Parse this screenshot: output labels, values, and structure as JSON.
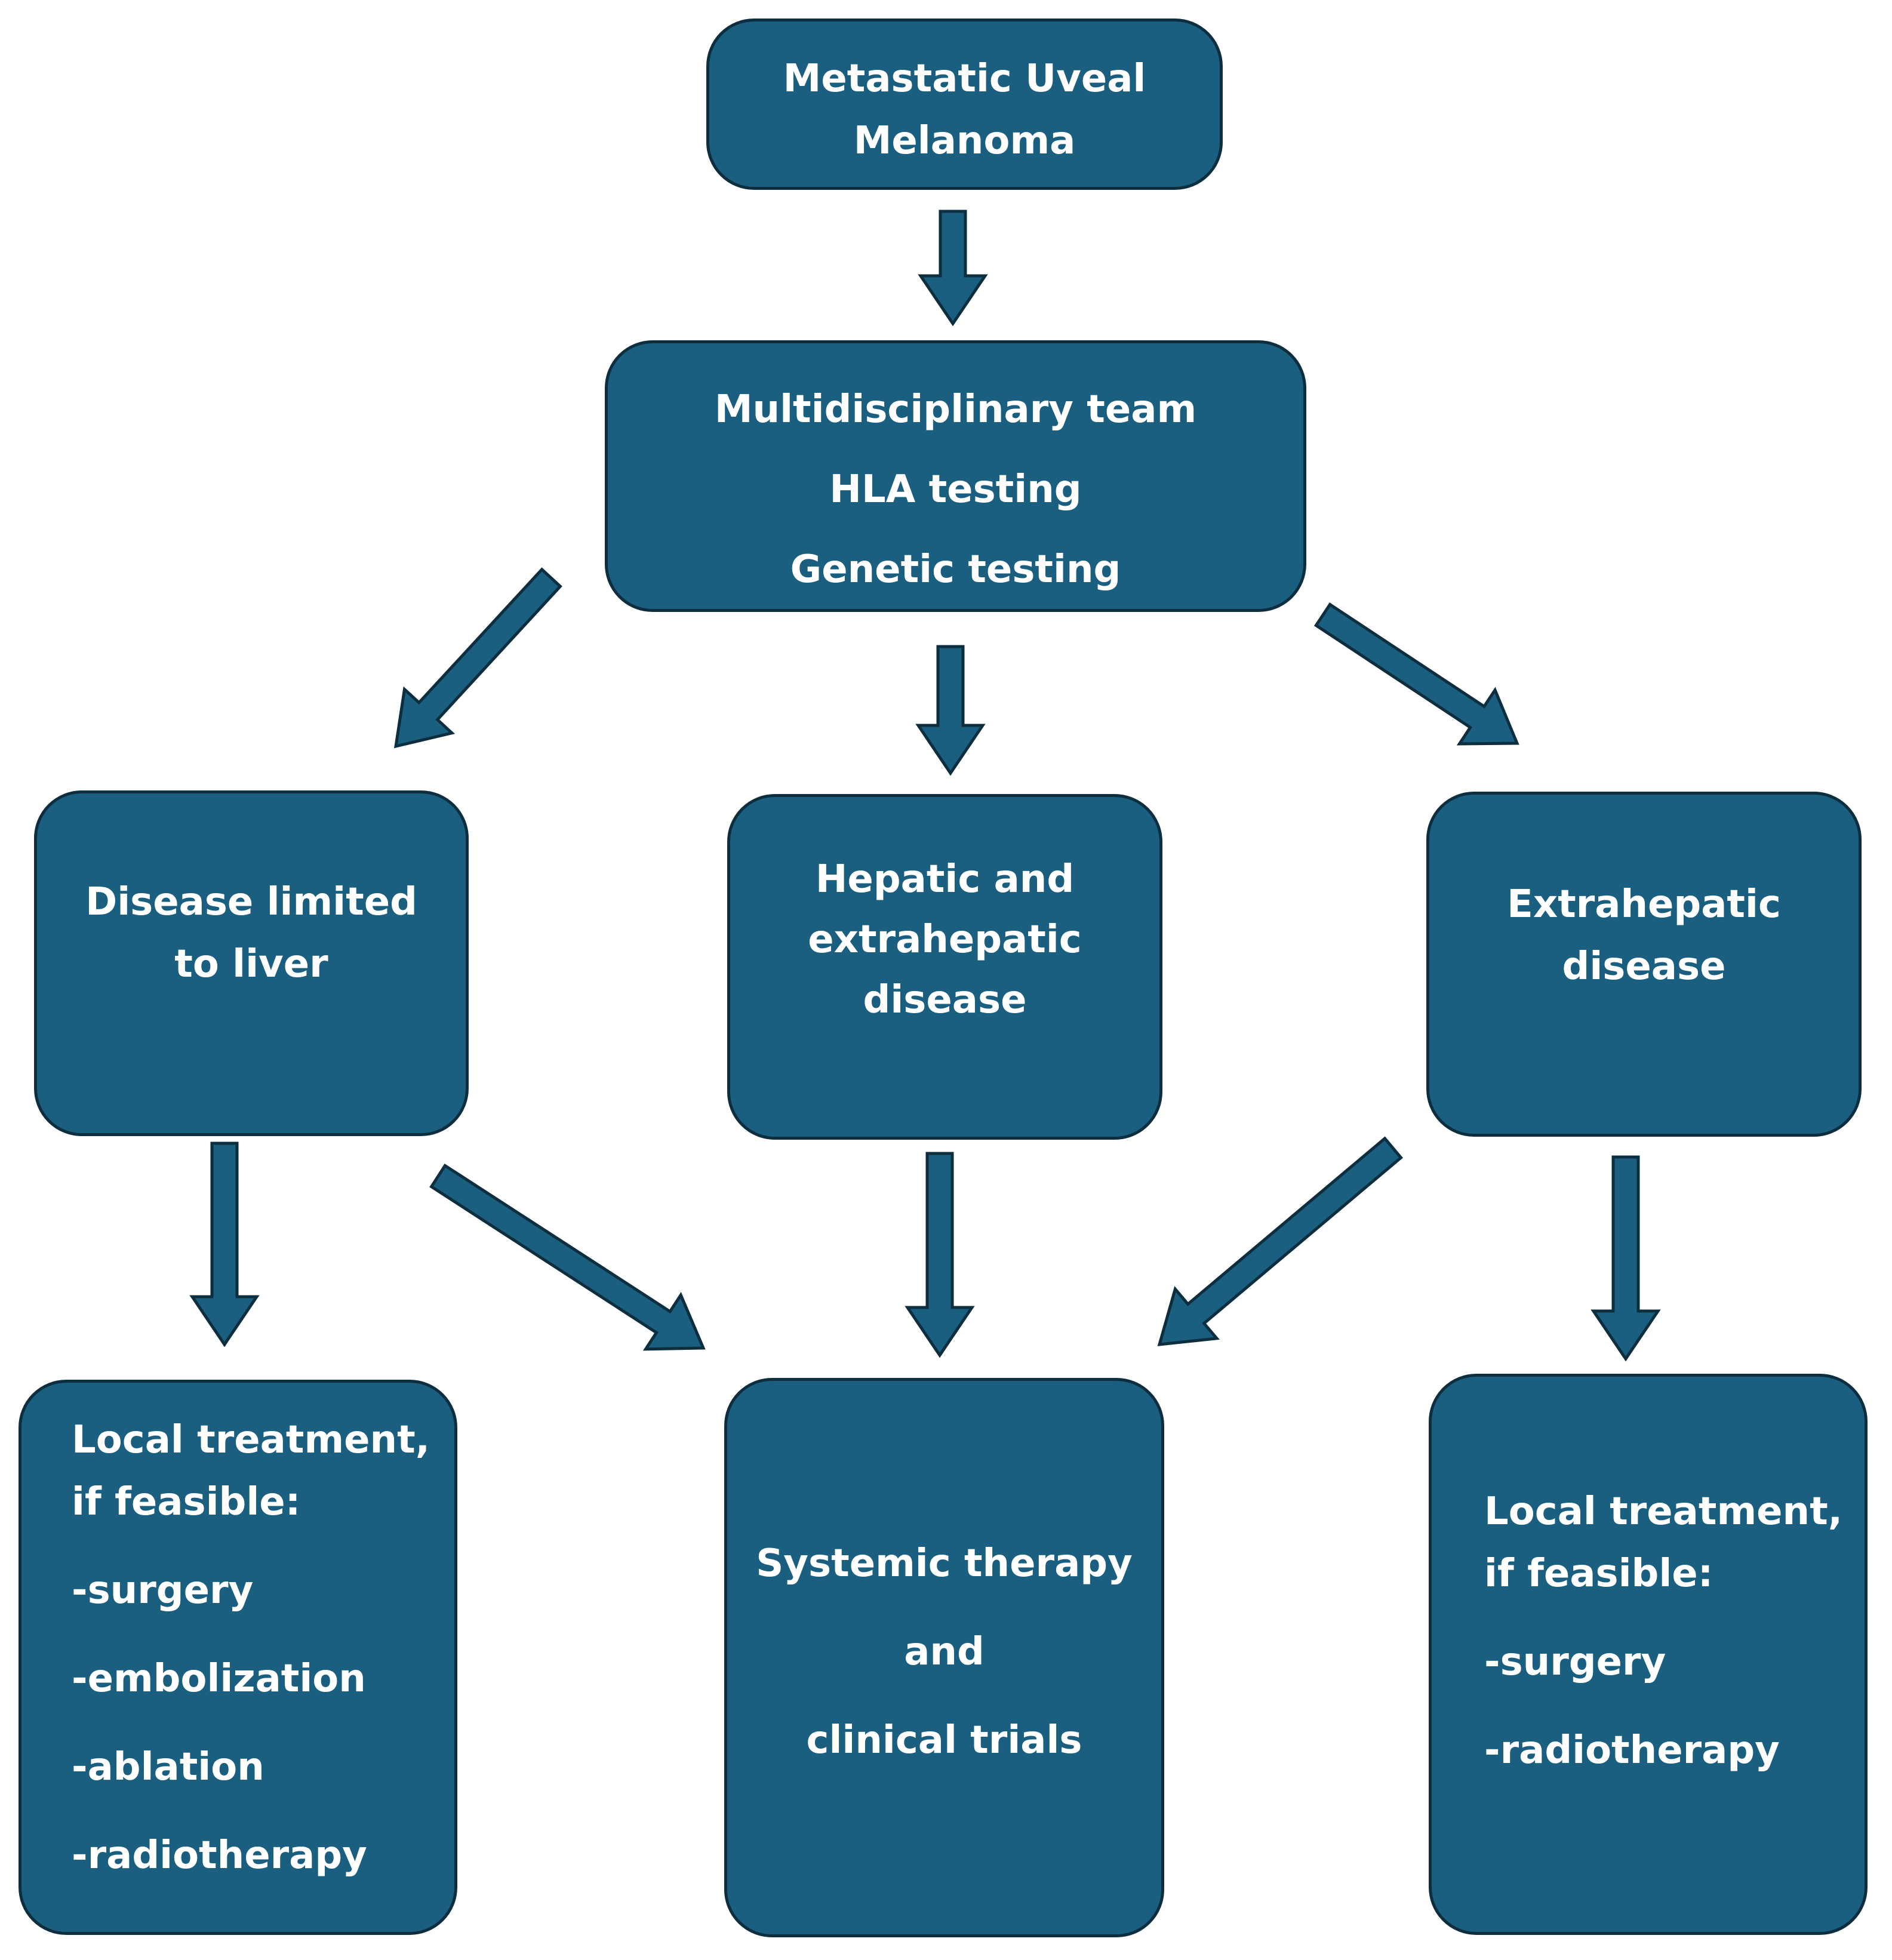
{
  "nodes": {
    "root": {
      "lines": [
        "Metastatic Uveal",
        "Melanoma"
      ]
    },
    "team": {
      "lines": [
        "Multidisciplinary team",
        "HLA testing",
        "Genetic testing"
      ]
    },
    "liver": {
      "lines": [
        "Disease limited",
        "to liver"
      ]
    },
    "hepatic_extra": {
      "lines": [
        "Hepatic and",
        "extrahepatic",
        "disease"
      ]
    },
    "extrahepatic": {
      "lines": [
        "Extrahepatic",
        "disease"
      ]
    },
    "local_left": {
      "lines": [
        "Local treatment,",
        "if feasible:",
        "-surgery",
        "-embolization",
        "-ablation",
        "-radiotherapy"
      ]
    },
    "systemic": {
      "lines": [
        "Systemic therapy",
        "and",
        "clinical trials"
      ]
    },
    "local_right": {
      "lines": [
        "Local treatment,",
        "if feasible:",
        "-surgery",
        "-radiotherapy"
      ]
    }
  },
  "colors": {
    "box_fill": "#1a5f80",
    "box_border": "#0d2e3e",
    "text": "#ffffff",
    "background": "#ffffff"
  }
}
